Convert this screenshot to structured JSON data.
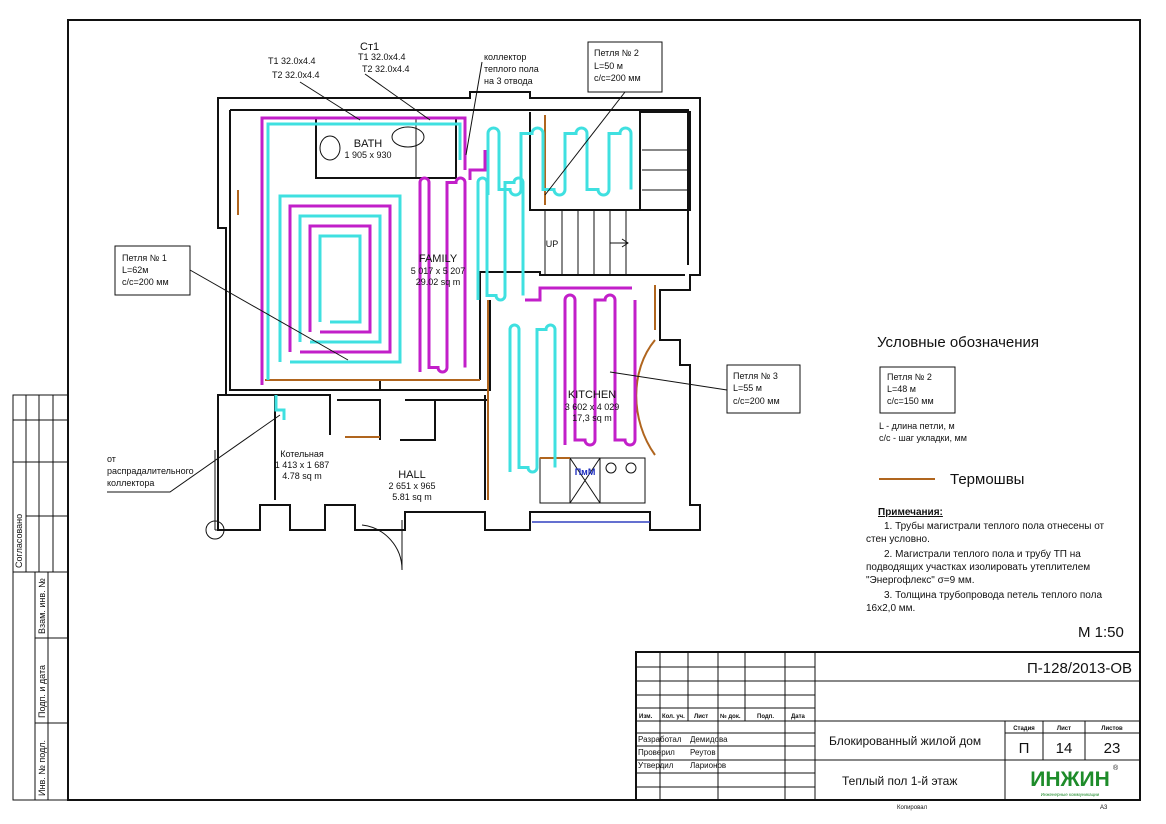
{
  "colors": {
    "supply_loop": "#3fe0e0",
    "return_loop": "#c21fc9",
    "thermal_joint": "#b0651e",
    "logo_green": "#1e8c2a"
  },
  "annotations": {
    "riser_left": {
      "t1": "T1 32.0x4.4",
      "t2": "T2 32.0x4.4"
    },
    "riser_st1": {
      "title": "Ст1",
      "t1": "T1 32.0x4.4",
      "t2": "T2 32.0x4.4"
    },
    "collector": [
      "коллектор",
      "теплого пола",
      "на 3 отвода"
    ],
    "from_collector": [
      "от",
      "распрадалительного",
      "коллектора"
    ]
  },
  "loops": [
    {
      "name": "Петля № 1",
      "length": "L=62м",
      "spacing": "с/с=200 мм"
    },
    {
      "name": "Петля № 2",
      "length": "L=50 м",
      "spacing": "с/с=200 мм"
    },
    {
      "name": "Петля № 3",
      "length": "L=55 м",
      "spacing": "с/с=200 мм"
    }
  ],
  "rooms": {
    "bath": {
      "name": "BATH",
      "dims": "1 905 x 930"
    },
    "family": {
      "name": "FAMILY",
      "dims": "5 017 x 5 207",
      "area": "29.02 sq m"
    },
    "kitchen": {
      "name": "KITCHEN",
      "dims": "3 602 x 4 029",
      "area": "17,3 sq m"
    },
    "hall": {
      "name": "HALL",
      "dims": "2 651 x 965",
      "area": "5.81 sq m"
    },
    "boiler": {
      "name": "Котельная",
      "dims": "1 413 x 1 687",
      "area": "4.78 sq m"
    },
    "stairs": {
      "up": "UP"
    },
    "appliance": "ПмМ"
  },
  "legend": {
    "title": "Условные обозначения",
    "sample": {
      "name": "Петля № 2",
      "length": "L=48 м",
      "spacing": "с/с=150 мм"
    },
    "l_desc": "L - длина петли, м",
    "cc_desc": "с/с - шаг укладки, мм",
    "thermal_joint": "Термошвы"
  },
  "notes": {
    "title": "Примечания:",
    "lines": [
      "1. Трубы магистрали теплого пола отнесены от",
      "стен условно.",
      "2. Магистрали теплого пола и трубу ТП на",
      "подводящих участках изолировать утеплителем",
      "\"Энергофлекс\" σ=9 мм.",
      "3. Толщина трубопровода петель теплого пола",
      "16x2,0 мм."
    ]
  },
  "scale": "М 1:50",
  "side_stamp": {
    "agreed": "Согласовано",
    "inv_replace": "Взам. инв. №",
    "sign_date": "Подп. и дата",
    "inv_orig": "Инв. № подл."
  },
  "title_block": {
    "code": "П-128/2013-ОВ",
    "headers": [
      "Изм.",
      "Кол. уч.",
      "Лист",
      "№ док.",
      "Подп.",
      "Дата"
    ],
    "roles": [
      {
        "role": "Разработал",
        "name": "Демидова"
      },
      {
        "role": "Проверил",
        "name": "Реутов"
      },
      {
        "role": "Утвердил",
        "name": "Ларионов"
      }
    ],
    "project": "Блокированный жилой дом",
    "sheet_title": "Теплый пол 1-й этаж",
    "stage_label": "Стадия",
    "sheet_label": "Лист",
    "sheets_label": "Листов",
    "stage": "П",
    "sheet": "14",
    "sheets": "23",
    "logo": "ИНЖИН",
    "logo_sub": "Инженерные коммуникации",
    "copied": "Копировал",
    "format": "А3"
  }
}
